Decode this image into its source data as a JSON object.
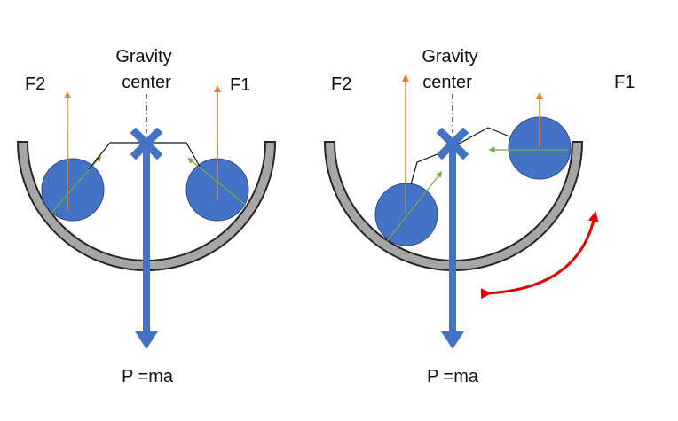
{
  "colors": {
    "bowl_fill": "#a6a6a6",
    "bowl_stroke": "#262626",
    "ball_fill": "#4472c4",
    "ball_stroke": "#2f528f",
    "weight_arrow": "#4472c4",
    "force_arrow": "#ed7d31",
    "reaction_arrow": "#70ad47",
    "rotation_arrow": "#e00000",
    "marker": "#4472c4",
    "link_line": "#111111"
  },
  "left_diagram": {
    "gravity_label_line1": "Gravity",
    "gravity_label_line2": "center",
    "f2_label": "F2",
    "f1_label": "F1",
    "weight_label": "P =ma",
    "gravity_marker_icon": "x-cross-icon"
  },
  "right_diagram": {
    "gravity_label_line1": "Gravity",
    "gravity_label_line2": "center",
    "f2_label": "F2",
    "f1_label": "F1",
    "weight_label": "P =ma",
    "gravity_marker_icon": "x-cross-icon",
    "rotation_icon": "double-headed-curved-arrow-icon"
  }
}
